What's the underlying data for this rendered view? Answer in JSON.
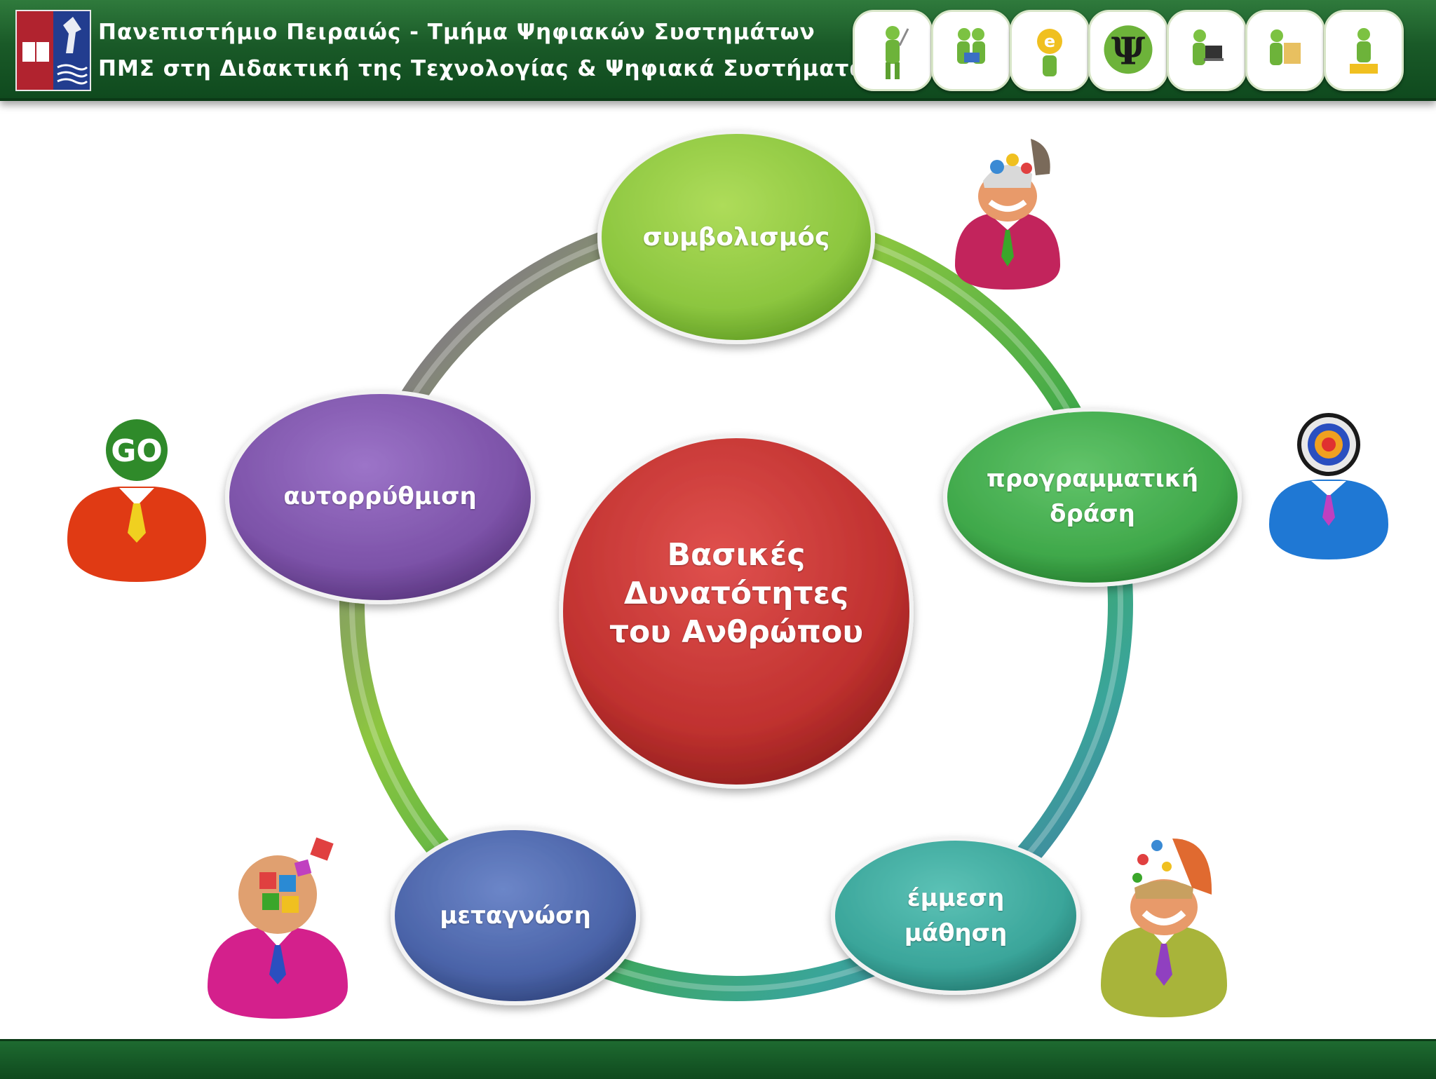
{
  "header": {
    "line1": "Πανεπιστήμιο Πειραιώς - Τμήμα Ψηφιακών Συστημάτων",
    "line2": "ΠΜΣ στη Διδακτική της Τεχνολογίας & Ψηφιακά Συστήματα",
    "icons": [
      "presenting-figure-icon",
      "reading-figures-icon",
      "internet-figure-icon",
      "psi-head-icon",
      "laptop-figure-icon",
      "folder-figure-icon",
      "puzzle-figure-icon"
    ],
    "psi_symbol": "Ψ"
  },
  "diagram": {
    "center": "Βασικές Δυνατότητες του Ανθρώπου",
    "nodes": [
      {
        "id": "symbolism",
        "label": "συμβολισμός",
        "color": "#8cc63f"
      },
      {
        "id": "programmatic-action",
        "label": "προγραμματική δράση",
        "color": "#3fa84a"
      },
      {
        "id": "indirect-learning",
        "label": "έμμεση μάθηση",
        "color": "#3aa59a"
      },
      {
        "id": "metacognition",
        "label": "μεταγνώση",
        "color": "#4a63a8"
      },
      {
        "id": "self-regulation",
        "label": "αυτορρύθμιση",
        "color": "#7c52a8"
      }
    ],
    "center_color": "#c0312f",
    "people": [
      {
        "id": "open-head-person",
        "body_color": "#c2245c"
      },
      {
        "id": "target-head-person",
        "body_color": "#1f78d4",
        "badge": "target"
      },
      {
        "id": "open-head-person-2",
        "body_color": "#a8b43a"
      },
      {
        "id": "puzzle-head-person",
        "body_color": "#d4208c"
      },
      {
        "id": "go-head-person",
        "body_color": "#e03a14",
        "badge_text": "GO"
      }
    ]
  }
}
